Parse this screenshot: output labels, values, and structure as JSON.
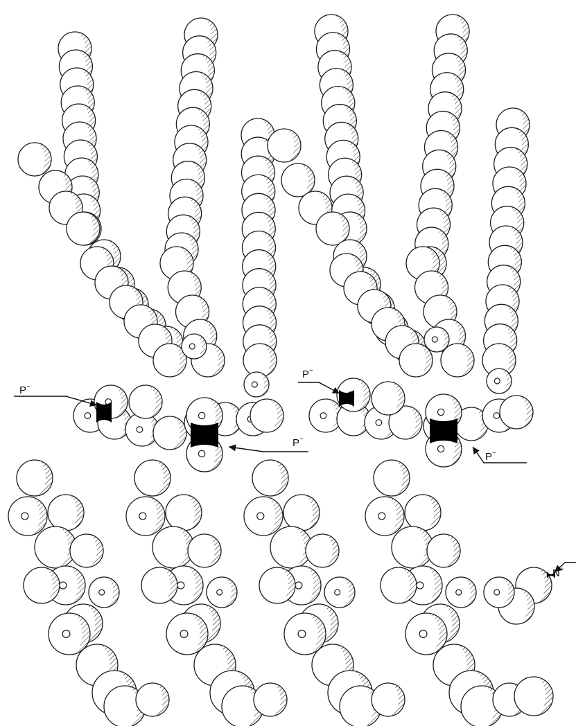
{
  "labels": {
    "phosphate_1": {
      "text": "P",
      "charge": "−"
    },
    "phosphate_2": {
      "text": "P",
      "charge": "−"
    },
    "phosphate_3": {
      "text": "P",
      "charge": "−"
    },
    "phosphate_4": {
      "text": "P",
      "charge": "−"
    },
    "nitrogen": {
      "text": "N",
      "charge": "+"
    }
  },
  "colors": {
    "atom_fill": "#ffffff",
    "atom_outline": "#1a1a1a",
    "hatch": "#3a3a3a",
    "phosphorus": "#000000"
  }
}
